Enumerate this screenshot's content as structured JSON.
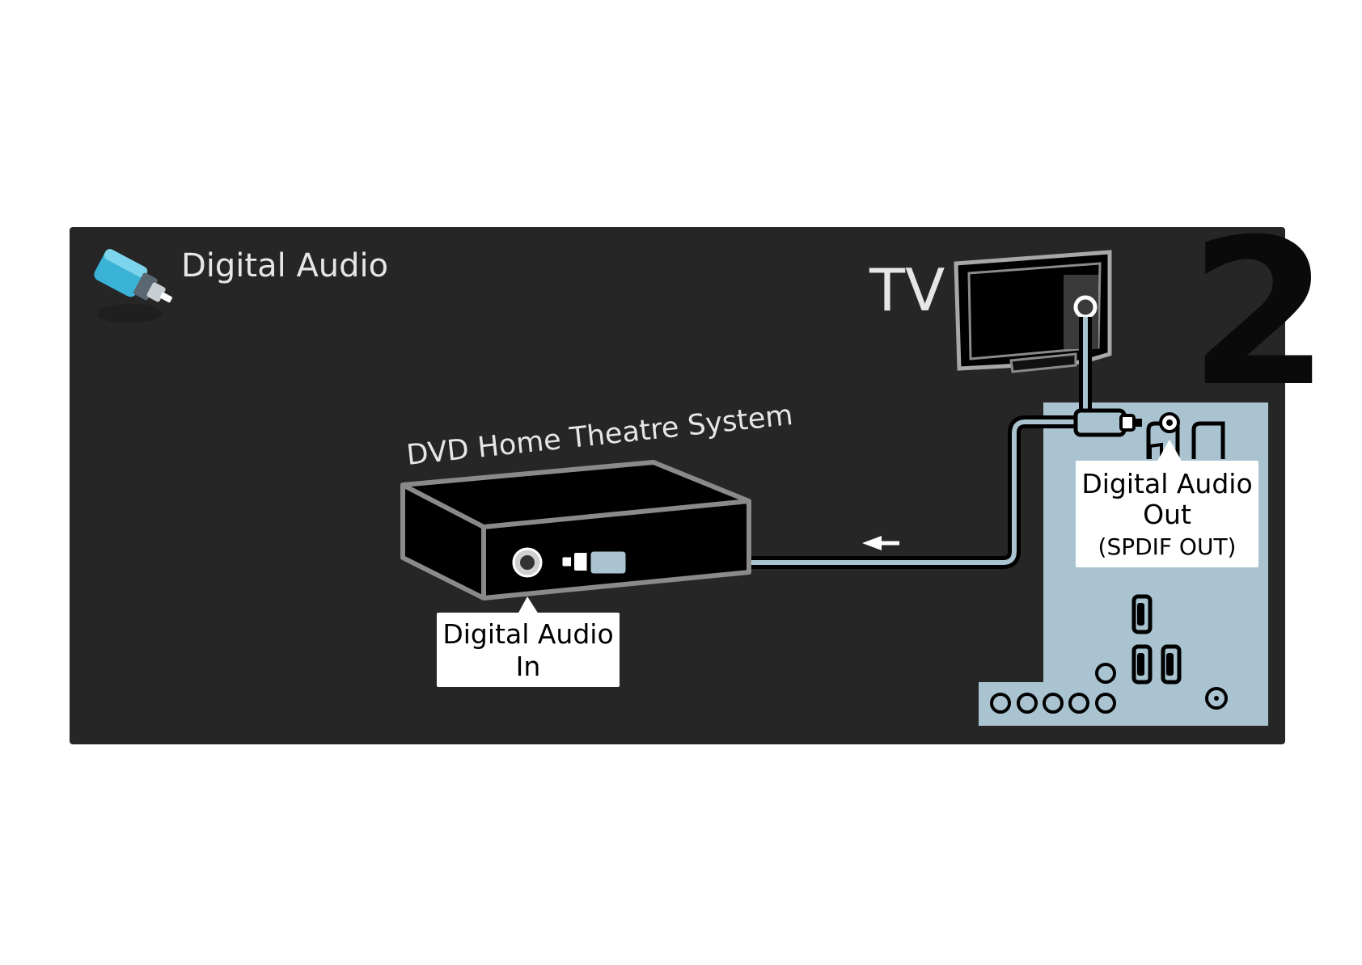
{
  "header": {
    "title": "Digital Audio",
    "step_number": "2",
    "icon": "rca-cable-icon"
  },
  "devices": {
    "tv_label": "TV",
    "dvd_label": "DVD Home Theatre System"
  },
  "callouts": {
    "in_line1": "Digital Audio",
    "in_line2": "In",
    "out_line1": "Digital Audio",
    "out_line2": "Out",
    "out_line3": "(SPDIF OUT)"
  },
  "colors": {
    "panel_background": "#262626",
    "tv_connector_panel": "#a9c4d0",
    "cable": "#a9c4d0",
    "icon_accent": "#3bb3d6",
    "label_text": "#e6e6e6",
    "callout_box": "#ffffff"
  }
}
